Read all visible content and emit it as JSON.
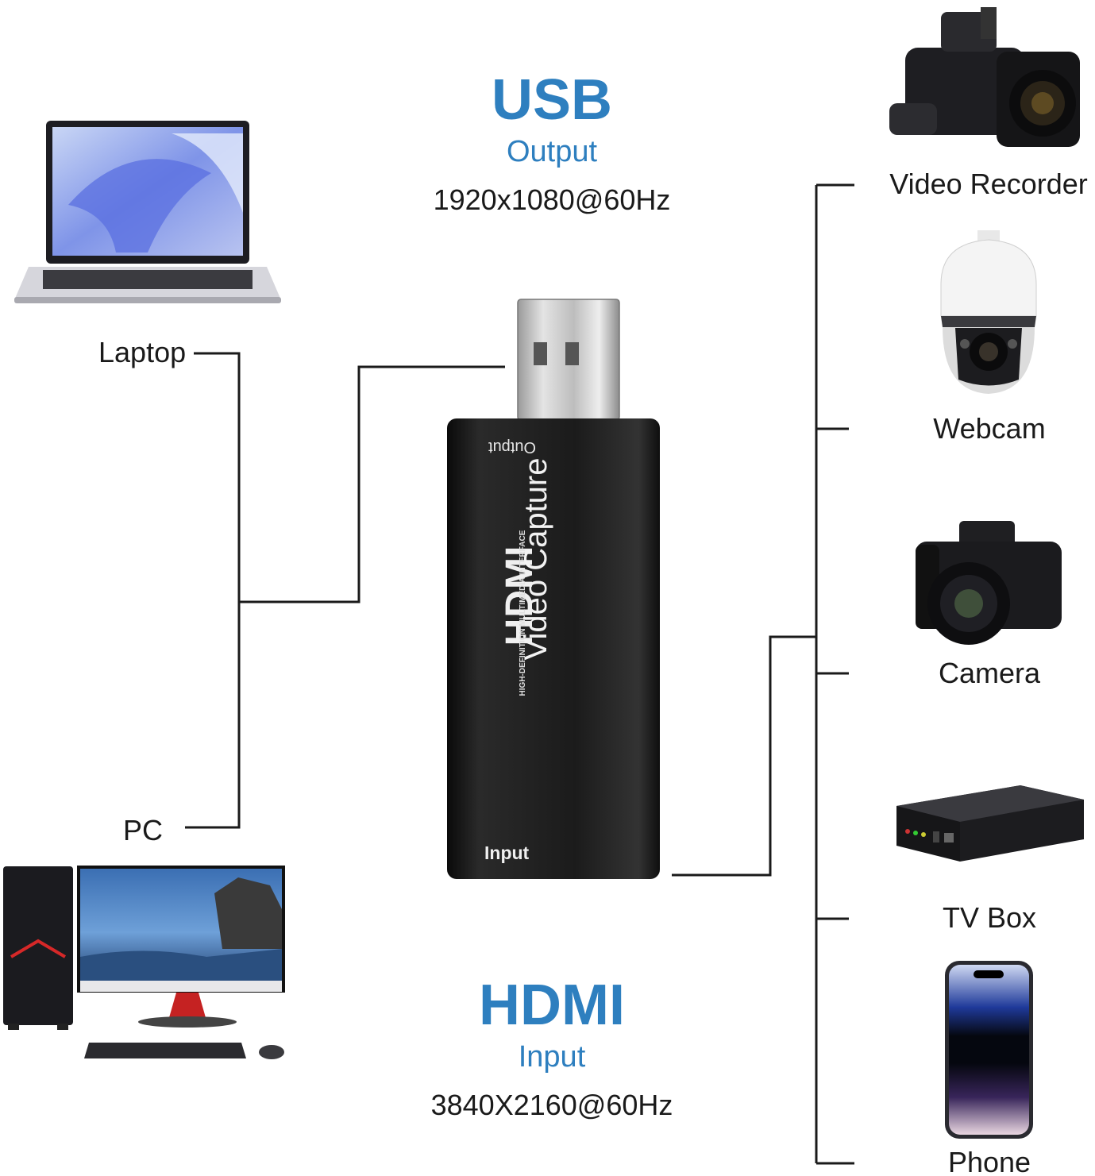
{
  "colors": {
    "accent": "#2e7fbf",
    "line": "#1a1a1a"
  },
  "output": {
    "title": "USB",
    "subtitle": "Output",
    "spec": "1920x1080@60Hz"
  },
  "input": {
    "title": "HDMI",
    "subtitle": "Input",
    "spec": "3840X2160@60Hz"
  },
  "dongle": {
    "output_label": "Output",
    "input_label": "Input",
    "brand": "HDMI",
    "brand_tagline": "HIGH-DEFINITION MULTIMEDIA INTERFACE",
    "product": "Video Capture"
  },
  "left_devices": [
    {
      "label": "Laptop",
      "icon": "laptop-icon"
    },
    {
      "label": "PC",
      "icon": "desktop-pc-icon"
    }
  ],
  "right_devices": [
    {
      "label": "Video Recorder",
      "icon": "camcorder-icon"
    },
    {
      "label": "Webcam",
      "icon": "ptz-webcam-icon"
    },
    {
      "label": "Camera",
      "icon": "camera-icon"
    },
    {
      "label": "TV Box",
      "icon": "tv-box-icon"
    },
    {
      "label": "Phone",
      "icon": "phone-icon"
    }
  ]
}
